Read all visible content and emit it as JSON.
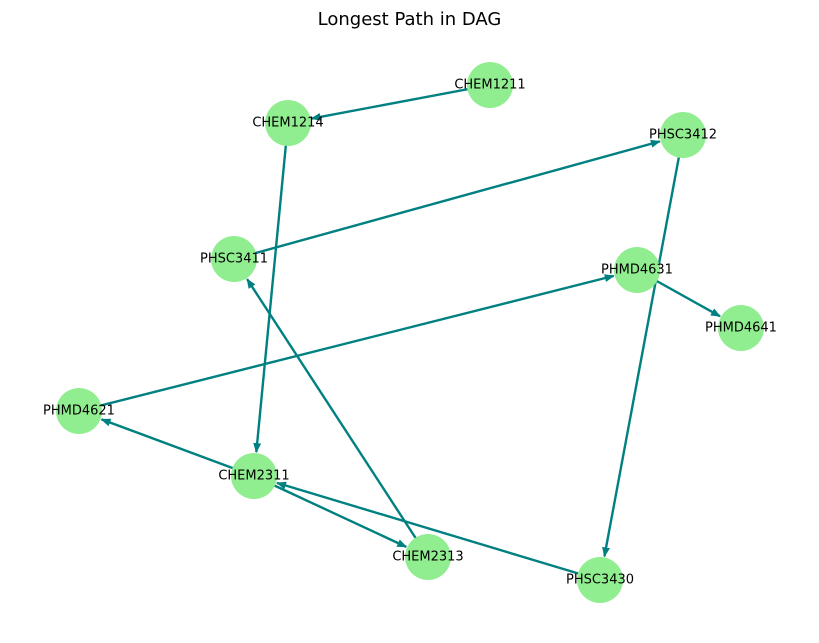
{
  "title": "Longest Path in DAG",
  "style": {
    "node_color": "#90ee90",
    "edge_color": "#008080",
    "label_color": "#000000",
    "background": "#ffffff"
  },
  "nodes": [
    {
      "id": "CHEM1211",
      "label": "CHEM1211"
    },
    {
      "id": "CHEM1214",
      "label": "CHEM1214"
    },
    {
      "id": "PHSC3412",
      "label": "PHSC3412"
    },
    {
      "id": "PHSC3411",
      "label": "PHSC3411"
    },
    {
      "id": "PHMD4631",
      "label": "PHMD4631"
    },
    {
      "id": "PHMD4641",
      "label": "PHMD4641"
    },
    {
      "id": "PHMD4621",
      "label": "PHMD4621"
    },
    {
      "id": "CHEM2311",
      "label": "CHEM2311"
    },
    {
      "id": "CHEM2313",
      "label": "CHEM2313"
    },
    {
      "id": "PHSC3430",
      "label": "PHSC3430"
    }
  ],
  "edges": [
    {
      "source": "CHEM1211",
      "target": "CHEM1214"
    },
    {
      "source": "CHEM1214",
      "target": "CHEM2311"
    },
    {
      "source": "CHEM2311",
      "target": "CHEM2313"
    },
    {
      "source": "CHEM2311",
      "target": "PHMD4621"
    },
    {
      "source": "CHEM2313",
      "target": "PHSC3411"
    },
    {
      "source": "PHSC3411",
      "target": "PHSC3412"
    },
    {
      "source": "PHSC3412",
      "target": "PHSC3430"
    },
    {
      "source": "PHSC3430",
      "target": "CHEM2311"
    },
    {
      "source": "PHMD4621",
      "target": "PHMD4631"
    },
    {
      "source": "PHMD4631",
      "target": "PHMD4641"
    }
  ]
}
